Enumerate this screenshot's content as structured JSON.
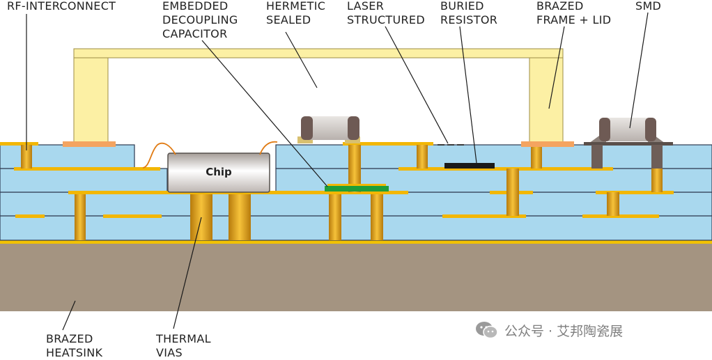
{
  "labels": {
    "rf_interconnect": [
      "RF-INTERCONNECT"
    ],
    "embedded_capacitor": [
      "EMBEDDED",
      "DECOUPLING",
      "CAPACITOR"
    ],
    "hermetic_sealed": [
      "HERMETIC",
      "SEALED"
    ],
    "laser_structured": [
      "LASER",
      "STRUCTURED"
    ],
    "buried_resistor": [
      "BURIED",
      "RESISTOR"
    ],
    "brazed_frame_lid": [
      "BRAZED",
      "FRAME + LID"
    ],
    "smd": [
      "SMD"
    ],
    "brazed_heatsink": [
      "BRAZED",
      "HEATSINK"
    ],
    "thermal_vias": [
      "THERMAL",
      "VIAS"
    ]
  },
  "chip_label": "Chip",
  "watermark": "公众号 · 艾邦陶瓷展",
  "colors": {
    "ceramic_layer": "#a9d8ee",
    "conductor": "#f2b705",
    "via": "#d9a10a",
    "heatsink": "#a49481",
    "frame": "#fcf0a4",
    "braze_pad": "#f4a460",
    "capacitor": "#1e9e3a",
    "resistor": "#1a1a1a"
  }
}
